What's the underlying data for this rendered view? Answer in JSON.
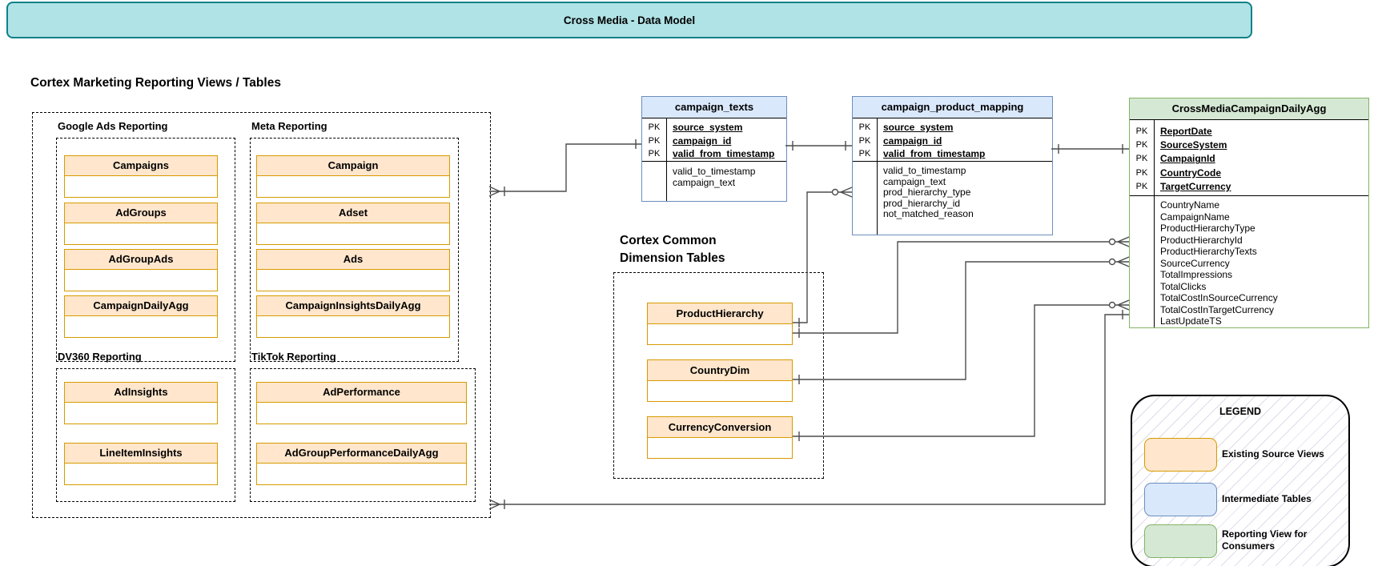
{
  "title_bar": {
    "label": "Cross Media - Data Model"
  },
  "marketing": {
    "title": "Cortex Marketing Reporting Views / Tables",
    "groups": [
      {
        "label": "Google Ads Reporting",
        "tables": [
          "Campaigns",
          "AdGroups",
          "AdGroupAds",
          "CampaignDailyAgg"
        ]
      },
      {
        "label": "Meta Reporting",
        "tables": [
          "Campaign",
          "Adset",
          "Ads",
          "CampaignInsightsDailyAgg"
        ]
      },
      {
        "label": "DV360 Reporting",
        "tables": [
          "AdInsights",
          "LineItemInsights"
        ]
      },
      {
        "label": "TikTok Reporting",
        "tables": [
          "AdPerformance",
          "AdGroupPerformanceDailyAgg"
        ]
      }
    ]
  },
  "er_tables": {
    "pk_label": "PK",
    "campaign_texts": {
      "title": "campaign_texts",
      "pk_fields": [
        "source_system",
        "campaign_id",
        "valid_from_timestamp"
      ],
      "fields": [
        "valid_to_timestamp",
        "campaign_text"
      ]
    },
    "campaign_product_mapping": {
      "title": "campaign_product_mapping",
      "pk_fields": [
        "source_system",
        "campaign_id",
        "valid_from_timestamp"
      ],
      "fields": [
        "valid_to_timestamp",
        "campaign_text",
        "prod_hierarchy_type",
        "prod_hierarchy_id",
        "not_matched_reason"
      ]
    },
    "cross_media": {
      "title": "CrossMediaCampaignDailyAgg",
      "pk_fields": [
        "ReportDate",
        "SourceSystem",
        "CampaignId",
        "CountryCode",
        "TargetCurrency"
      ],
      "fields": [
        "CountryName",
        "CampaignName",
        "ProductHierarchyType",
        "ProductHierarchyId",
        "ProductHierarchyTexts",
        "SourceCurrency",
        "TotalImpressions",
        "TotalClicks",
        "TotalCostInSourceCurrency",
        "TotalCostInTargetCurrency",
        "LastUpdateTS"
      ]
    }
  },
  "dimension_section": {
    "title_line1": "Cortex Common",
    "title_line2": "Dimension Tables",
    "tables": [
      "ProductHierarchy",
      "CountryDim",
      "CurrencyConversion"
    ]
  },
  "legend": {
    "title": "LEGEND",
    "items": [
      {
        "label": "Existing Source Views",
        "swatch_color": "#ffe6cc"
      },
      {
        "label": "Intermediate Tables",
        "swatch_color": "#dae8fc"
      },
      {
        "label": "Reporting View for Consumers",
        "swatch_color": "#d5e8d4"
      }
    ]
  },
  "relationships": [
    {
      "from": "Cortex Marketing Reporting Views / Tables",
      "to": "campaign_texts",
      "from_cardinality": "many",
      "to_cardinality": "one"
    },
    {
      "from": "campaign_texts",
      "to": "campaign_product_mapping",
      "from_cardinality": "one",
      "to_cardinality": "one"
    },
    {
      "from": "campaign_product_mapping",
      "to": "CrossMediaCampaignDailyAgg",
      "from_cardinality": "one",
      "to_cardinality": "one"
    },
    {
      "from": "ProductHierarchy",
      "to": "campaign_product_mapping",
      "from_cardinality": "one",
      "to_cardinality": "zero-or-many"
    },
    {
      "from": "ProductHierarchy",
      "to": "CrossMediaCampaignDailyAgg",
      "from_cardinality": "one",
      "to_cardinality": "zero-or-many"
    },
    {
      "from": "CountryDim",
      "to": "CrossMediaCampaignDailyAgg",
      "from_cardinality": "one",
      "to_cardinality": "zero-or-many"
    },
    {
      "from": "CurrencyConversion",
      "to": "CrossMediaCampaignDailyAgg",
      "from_cardinality": "one",
      "to_cardinality": "zero-or-many"
    },
    {
      "from": "Cortex Marketing Reporting Views / Tables",
      "to": "CrossMediaCampaignDailyAgg",
      "from_cardinality": "many",
      "to_cardinality": "one"
    }
  ],
  "colors": {
    "existing_source_fill": "#ffe6cc",
    "existing_source_stroke": "#d79b00",
    "intermediate_fill": "#dae8fc",
    "intermediate_stroke": "#6c8ebf",
    "reporting_fill": "#d5e8d4",
    "reporting_stroke": "#82b366",
    "title_bar_fill": "#b0e3e6",
    "title_bar_stroke": "#0e8088",
    "connector": "#4d4d4d"
  }
}
